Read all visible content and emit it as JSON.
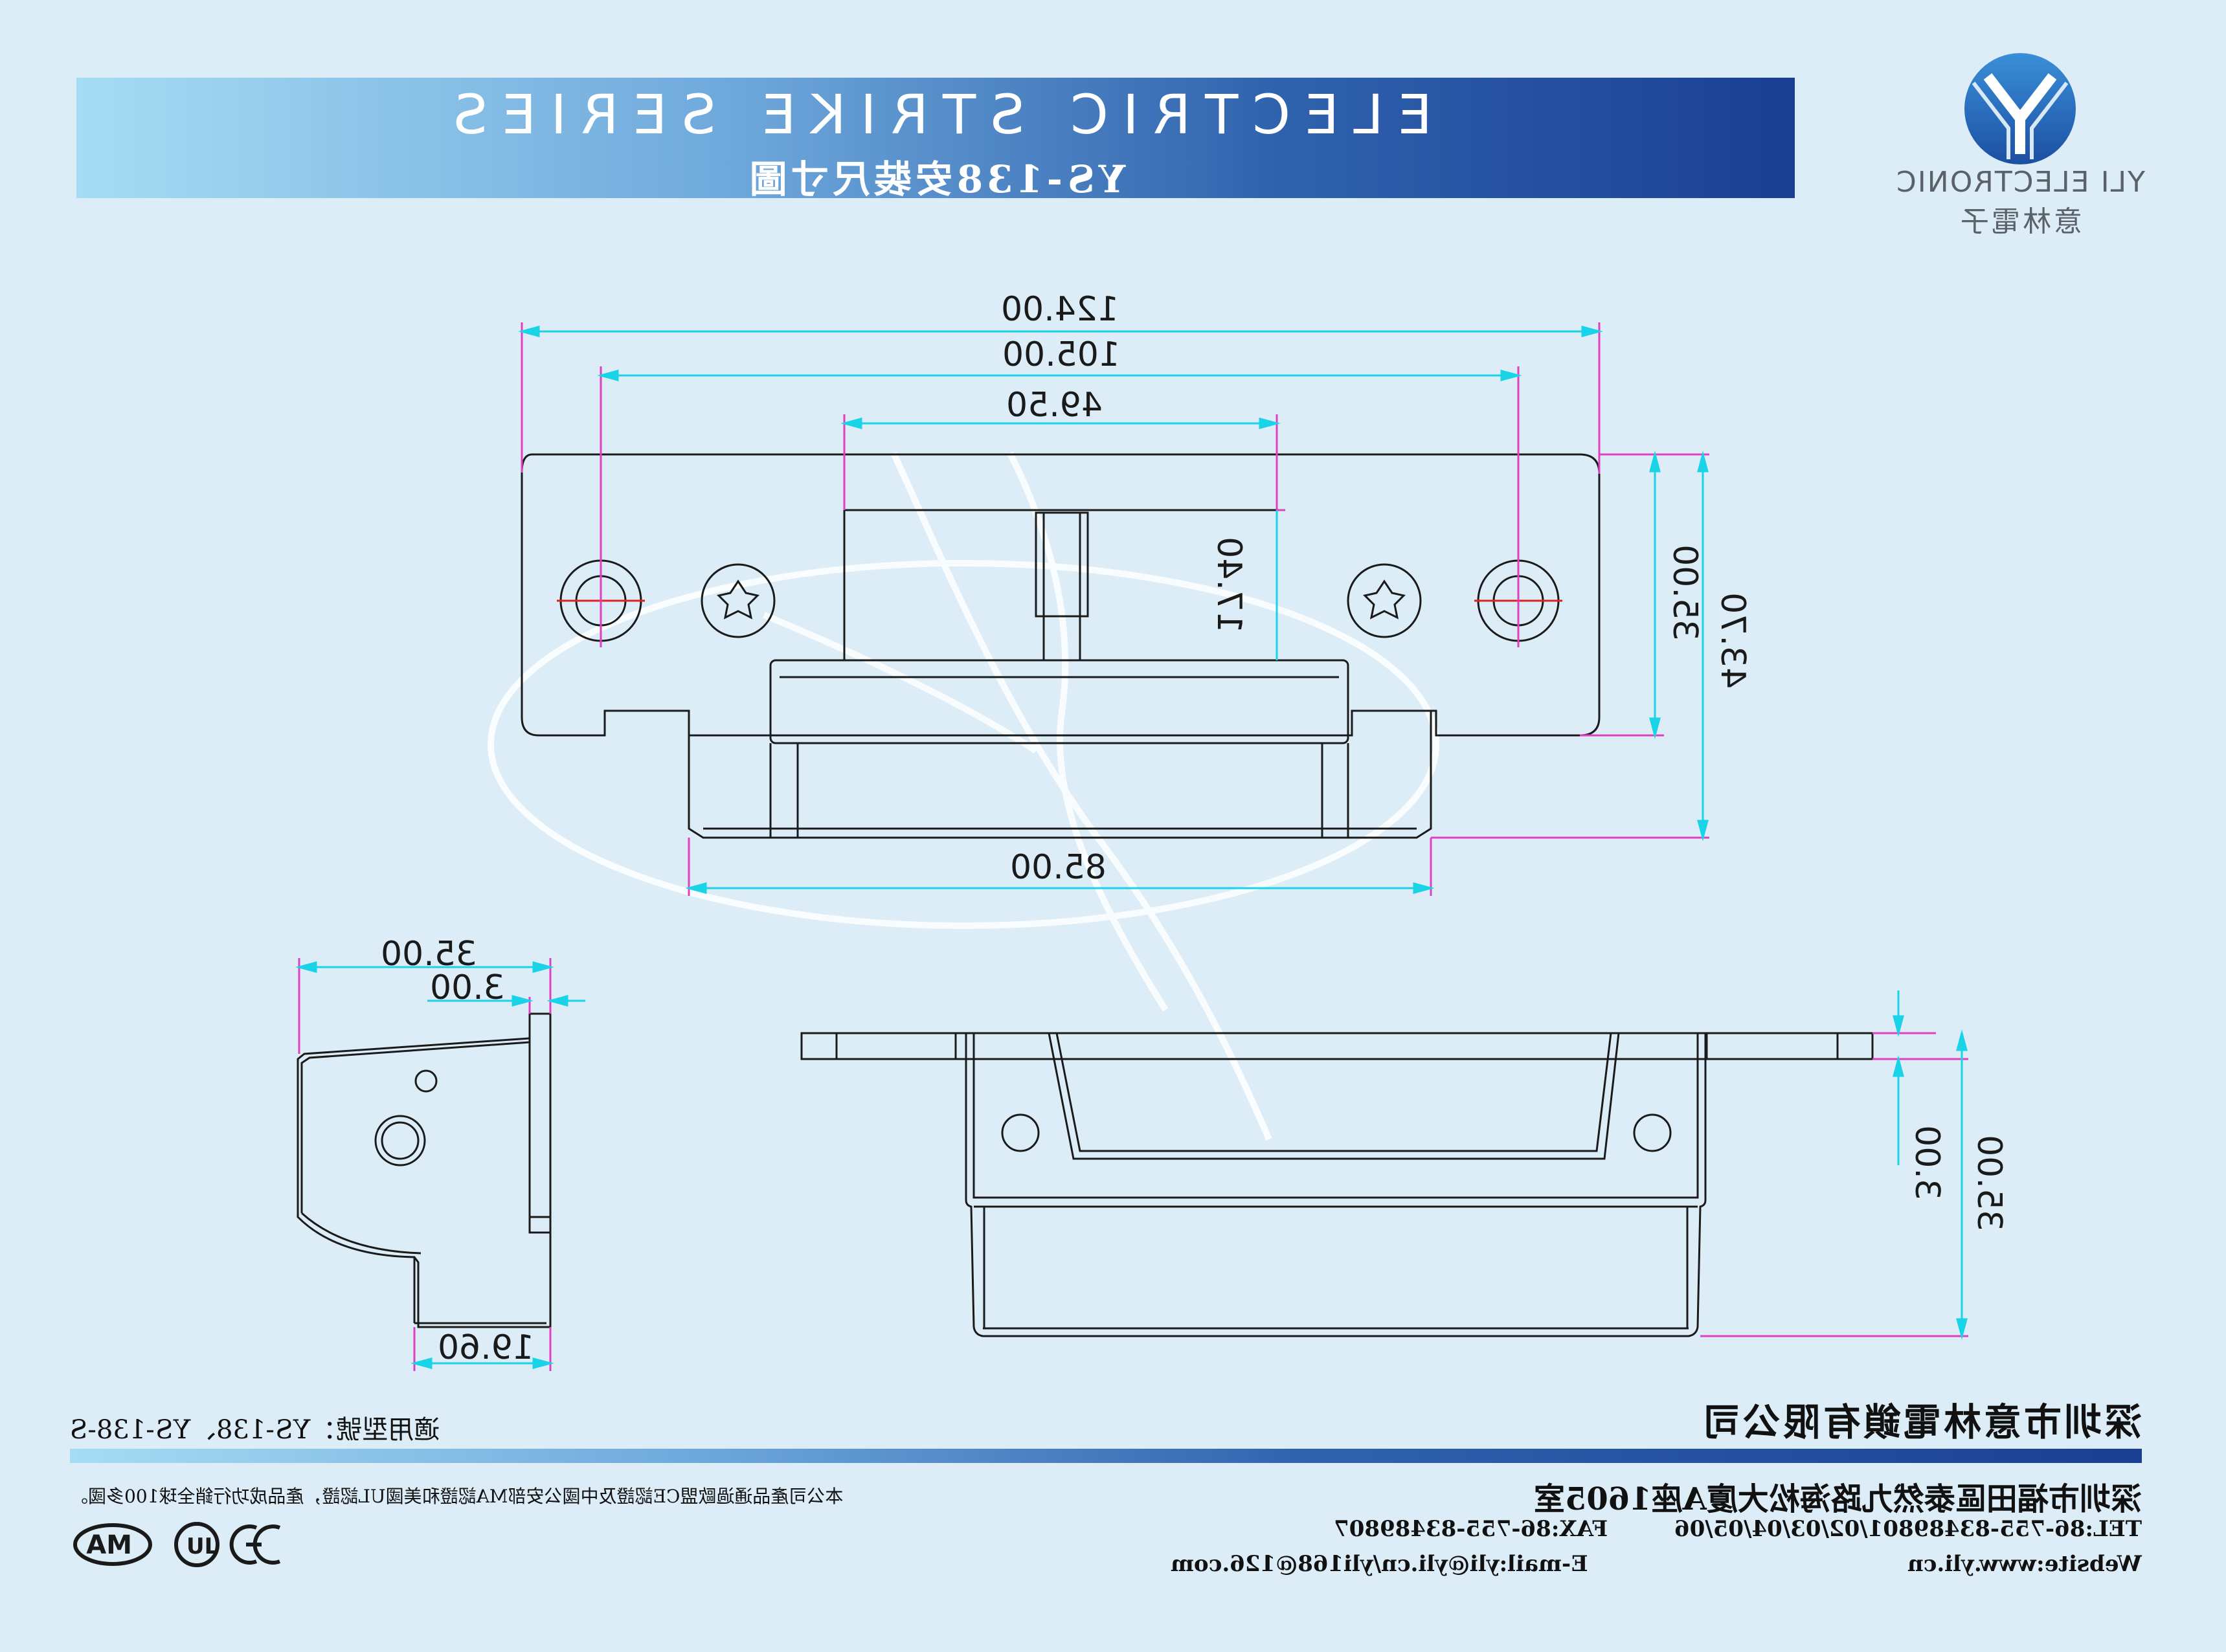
{
  "header": {
    "series_title": "ELECTRIC STRIKE SERIES",
    "subtitle": "YS-138安裝尺寸圖"
  },
  "logo": {
    "letter": "Y",
    "name_en": "YLI ELECTRONIC",
    "name_cn": "意林電子"
  },
  "dimensions": {
    "front_width_total": "124.00",
    "front_hole_spacing": "105.00",
    "front_center_width": "49.50",
    "front_lip_height": "17.40",
    "front_plate_height": "35.00",
    "front_total_height": "43.70",
    "front_bottom_width": "85.00",
    "side_depth": "35.00",
    "side_plate_thickness": "3.00",
    "side_bottom_width": "19.60",
    "bottom_plate_thickness": "3.00",
    "bottom_total_height": "35.00"
  },
  "footer": {
    "company": "深圳市意林電鎖有限公司",
    "models": "適用型號：YS-138、YS-138-S",
    "address": "深圳市福田區泰然九路海松大廈A座1605室",
    "notice": "本公司產品通過歐盟CE認證及中國公安部MA認證和美國UL認證，產品成功行銷全球100多國。",
    "tel": "TEL:86-755-83489801/02/03/04/05/06",
    "fax": "FAX:86-755-83489807",
    "website": "Website:www.yli.cn",
    "email": "E-mail:yli@yli.cn/yli168@126.com"
  },
  "certifications": [
    "MA",
    "UL",
    "CE"
  ],
  "colors": {
    "background": "#dcedf8",
    "banner_dark": "#1b3f93",
    "banner_light": "#a6dcf3",
    "dimension_line": "#19d4e6",
    "extension_line": "#e040c0",
    "center_line": "#e02020",
    "outline": "#1a1a1a"
  }
}
